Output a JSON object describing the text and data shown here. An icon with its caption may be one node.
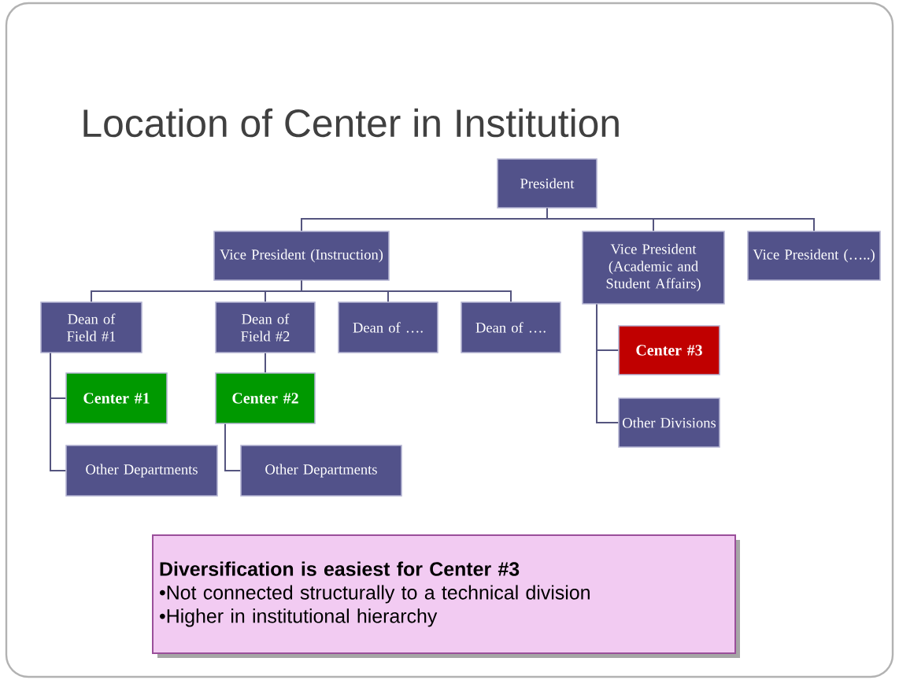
{
  "diagram": {
    "title": "Location of Center in Institution",
    "nodes": [
      {
        "text": [
          "President"
        ]
      },
      {
        "text": [
          "Vice President (Instruction)"
        ]
      },
      {
        "text": [
          "Vice President (Academic and Student Affairs)"
        ]
      },
      {
        "text": [
          "Vice President (…..)"
        ]
      },
      {
        "text": [
          "Dean of Field #1"
        ]
      },
      {
        "text": [
          "Dean of Field #2"
        ]
      },
      {
        "text": [
          "Dean of …."
        ]
      },
      {
        "text": [
          "Dean of …."
        ]
      },
      {
        "text": [
          "Center #1"
        ]
      },
      {
        "text": [
          "Other Departments"
        ]
      },
      {
        "text": [
          "Center #2"
        ]
      },
      {
        "text": [
          "Other Departments"
        ]
      },
      {
        "text": [
          "Center #3"
        ]
      },
      {
        "text": [
          "Other Divisions"
        ]
      },
      {
        "text": [
          "Diversification is easiest for Center #3",
          "•Not connected structurally to a technical division",
          "•Higher in institutional hierarchy"
        ]
      }
    ],
    "edges": [
      {
        "from": 0,
        "to": 1,
        "arrow": "none"
      },
      {
        "from": 0,
        "to": 2,
        "arrow": "none"
      },
      {
        "from": 0,
        "to": 3,
        "arrow": "none"
      },
      {
        "from": 1,
        "to": 4,
        "arrow": "none"
      },
      {
        "from": 1,
        "to": 5,
        "arrow": "none"
      },
      {
        "from": 1,
        "to": 6,
        "arrow": "none"
      },
      {
        "from": 1,
        "to": 7,
        "arrow": "none"
      },
      {
        "from": 4,
        "to": 8,
        "arrow": "none"
      },
      {
        "from": 4,
        "to": 9,
        "arrow": "none"
      },
      {
        "from": 5,
        "to": 10,
        "arrow": "none"
      },
      {
        "from": 10,
        "to": 11,
        "arrow": "none"
      },
      {
        "from": 2,
        "to": 12,
        "arrow": "none"
      },
      {
        "from": 2,
        "to": 13,
        "arrow": "none"
      }
    ]
  }
}
